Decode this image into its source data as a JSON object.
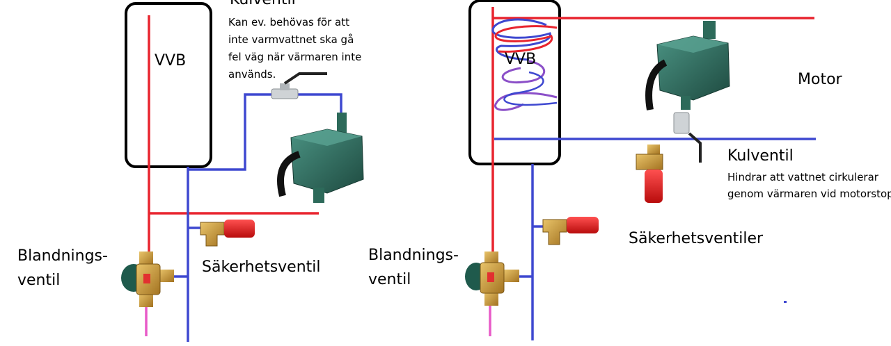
{
  "left": {
    "tank": "VVB",
    "kulventil_title": "Kulventil",
    "kulventil_note": [
      "Kan ev. behövas för att",
      "inte varmvattnet ska gå",
      "fel väg när värmaren inte",
      "används."
    ],
    "mixing_valve": [
      "Blandnings-",
      "ventil"
    ],
    "safety_valve": "Säkerhetsventil"
  },
  "right": {
    "tank": "VVB",
    "motor": "Motor",
    "kulventil_title": "Kulventil",
    "kulventil_note": [
      "Hindrar att vattnet cirkulerar",
      "genom värmaren vid motorstopp"
    ],
    "safety_valves": "Säkerhetsventiler",
    "mixing_valve": [
      "Blandnings-",
      "ventil"
    ]
  },
  "colors": {
    "hot_pipe": "#e8242e",
    "cold_pipe": "#3e48d0",
    "mixed_pipe": "#e85ac8",
    "tank_border": "#000000",
    "pump_body": "#2d6a5a",
    "safety_valve_cap": "#e01818",
    "brass": "#c9962d"
  },
  "icons": [
    "pump-motor-icon",
    "ball-valve-icon",
    "safety-valve-icon",
    "mixing-valve-icon"
  ]
}
